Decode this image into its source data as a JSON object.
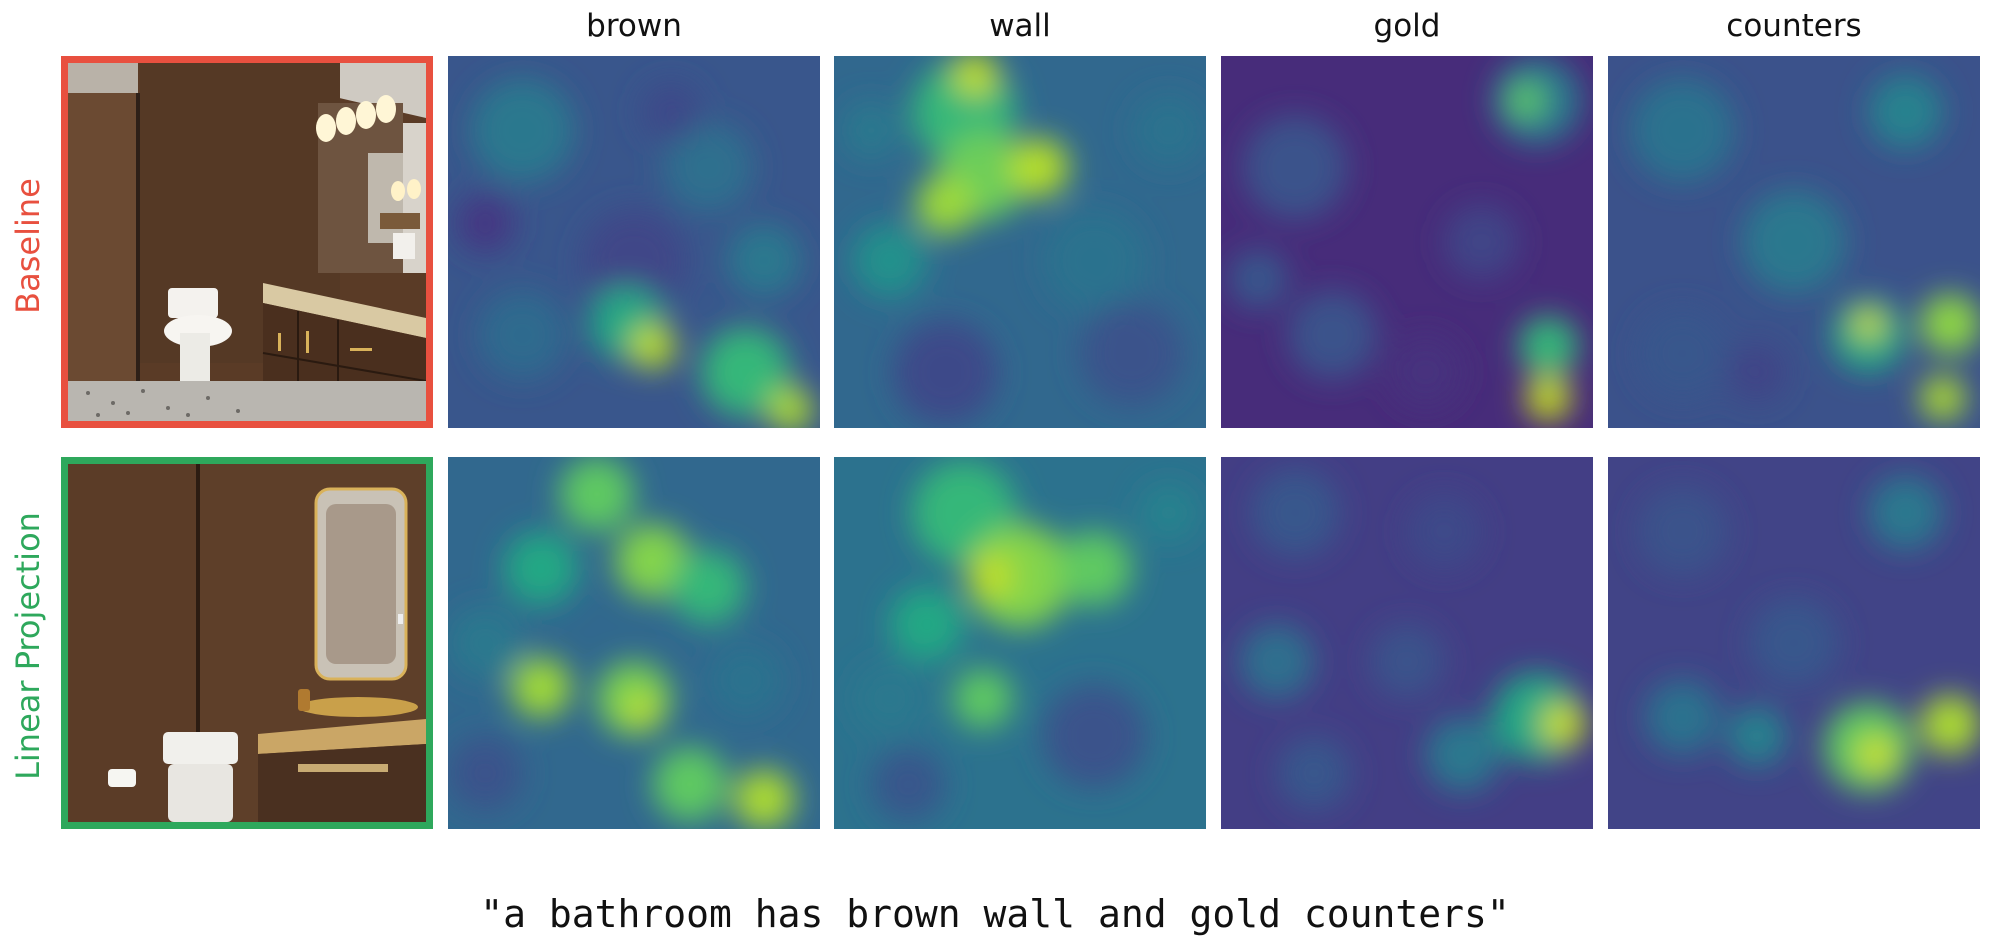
{
  "columns": [
    "brown",
    "wall",
    "gold",
    "counters"
  ],
  "rows": [
    {
      "label": "Baseline",
      "color": "#e8503f"
    },
    {
      "label": "Linear Projection",
      "color": "#2ea85c"
    }
  ],
  "caption": "\"a bathroom has brown wall and gold counters\"",
  "colormap": "viridis",
  "colors": {
    "viridis_low": "#440154",
    "viridis_mid": "#21918c",
    "viridis_high": "#fde725"
  }
}
